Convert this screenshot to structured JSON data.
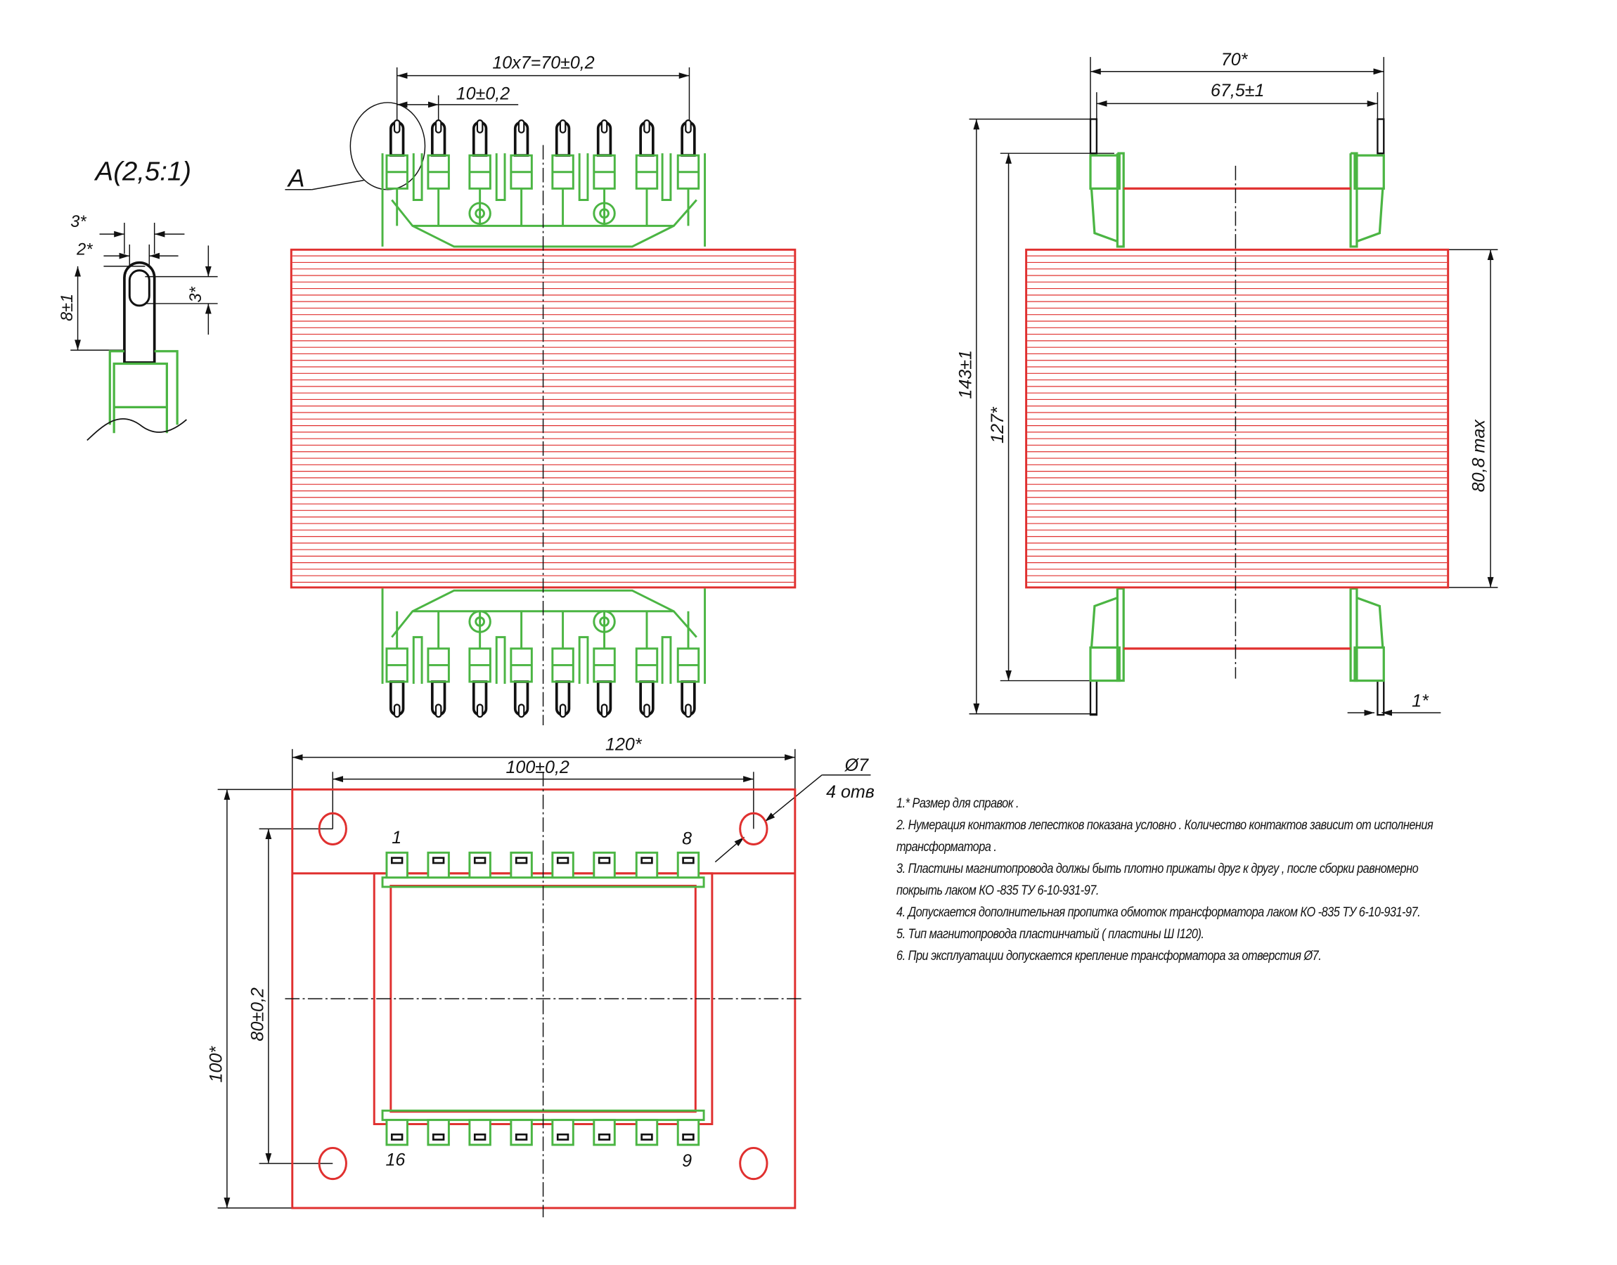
{
  "colors": {
    "core": "#e0302f",
    "bobbin": "#4bb543",
    "ink": "#111111"
  },
  "detail_view": {
    "title": "A(2,5:1)",
    "dims": {
      "width_outer": "3*",
      "width_inner": "2*",
      "slot_height": "3*",
      "pin_length": "8±1"
    }
  },
  "front_view": {
    "callout": "A",
    "dims": {
      "pitch_total": "10x7=70±0,2",
      "pitch": "10±0,2"
    }
  },
  "side_view": {
    "dims": {
      "overall_width": "70*",
      "pin_span": "67,5±1",
      "overall_height": "143±1",
      "bobbin_height": "127*",
      "core_height": "80,8 max",
      "pin_thickness": "1*"
    }
  },
  "top_view": {
    "dims": {
      "overall_width": "120*",
      "hole_spacing_x": "100±0,2",
      "hole_spacing_y": "80±0,2",
      "overall_depth": "100*"
    },
    "hole_callout": {
      "diameter": "Ø7",
      "count": "4 отв"
    },
    "pin_labels": {
      "top_left": "1",
      "top_right": "8",
      "bottom_left": "16",
      "bottom_right": "9"
    }
  },
  "notes": [
    "1.*  Размер для справок .",
    "2.   Нумерация контактов лепестков показана условно . Количество контактов зависит от исполнения",
    "трансформатора .",
    "3.  Пластины магнитопровода должы быть плотно прижаты друг к другу , после сборки равномерно",
    "покрыть лаком КО -835  ТУ  6-10-931-97.",
    "4.  Допускается дополнительная пропитка обмоток трансформатора лаком КО -835  ТУ  6-10-931-97.",
    "5.  Тип магнитопровода пластинчатый  ( пластины Ш I120).",
    "6.  При эксплуатации допускается крепление трансформатора за отверстия  Ø7."
  ]
}
